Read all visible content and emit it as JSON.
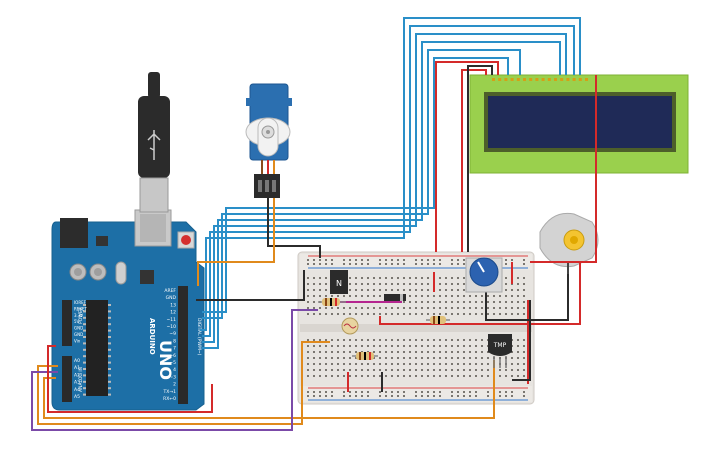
{
  "arduino": {
    "brand": "ARDUINO",
    "model": "UNO",
    "header_labels": [
      "AREF",
      "GND",
      "13",
      "12",
      "~11",
      "~10",
      "~9",
      "8",
      "7",
      "~6",
      "~5",
      "4",
      "~3",
      "2",
      "TX→1",
      "RX←0"
    ],
    "digital_label": "DIGITAL (PWM~)",
    "power_labels": [
      "IOREF",
      "RESET",
      "3.3V",
      "5V",
      "GND",
      "GND",
      "Vin"
    ],
    "power_label": "POWER",
    "analog_labels": [
      "A0",
      "A1",
      "A2",
      "A3",
      "A4",
      "A5"
    ],
    "analog_label": "ANALOG IN"
  },
  "components": {
    "transistor_label": "N",
    "temp_sensor_label": "TMP"
  },
  "colors": {
    "board_blue": "#1d6fa6",
    "wire_blue": "#2a8fc8",
    "wire_red": "#d42a2a",
    "wire_black": "#2b2b2b",
    "wire_orange": "#e08a1c",
    "wire_purple": "#7b4aa8",
    "wire_magenta": "#b5258f",
    "lcd_green": "#9ad04d",
    "lcd_screen": "#1f2a57",
    "breadboard": "#e9e6e2"
  }
}
